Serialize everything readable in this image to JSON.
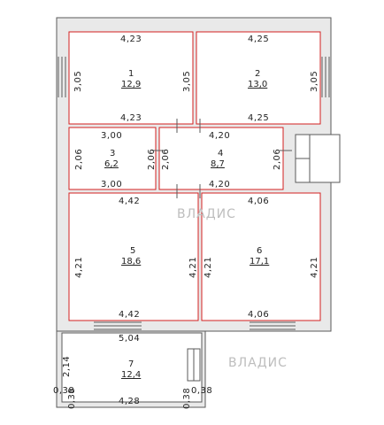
{
  "watermark": {
    "brand": "ВЛАДИС",
    "brand_lower": "ВЛАДИС"
  },
  "rooms": [
    {
      "number": "1",
      "area": "12,9",
      "dims": {
        "top": "4,23",
        "bottom": "4,23",
        "left": "3,05",
        "right": "3,05"
      }
    },
    {
      "number": "2",
      "area": "13,0",
      "dims": {
        "top": "4,25",
        "bottom": "4,25",
        "right": "3,05"
      }
    },
    {
      "number": "3",
      "area": "6,2",
      "dims": {
        "top": "3,00",
        "bottom": "3,00",
        "left": "2,06",
        "right": "2,06"
      }
    },
    {
      "number": "4",
      "area": "8,7",
      "dims": {
        "top": "4,20",
        "bottom": "4,20",
        "left": "2,06",
        "right": "2,06"
      }
    },
    {
      "number": "5",
      "area": "18,6",
      "dims": {
        "top": "4,42",
        "bottom": "4,42",
        "left": "4,21",
        "right": "4,21"
      }
    },
    {
      "number": "6",
      "area": "17,1",
      "dims": {
        "top": "4,06",
        "bottom": "4,06",
        "left": "4,21",
        "right": "4,21"
      }
    },
    {
      "number": "7",
      "area": "12,4",
      "dims": {
        "top": "5,04",
        "bottom": "4,28",
        "left": "2,14"
      }
    }
  ],
  "extras": {
    "room3_right": "2,06",
    "wall_left_a": "0,38",
    "wall_left_b": "0,38",
    "wall_right_a": "0,38",
    "wall_right_b": "0,38"
  }
}
